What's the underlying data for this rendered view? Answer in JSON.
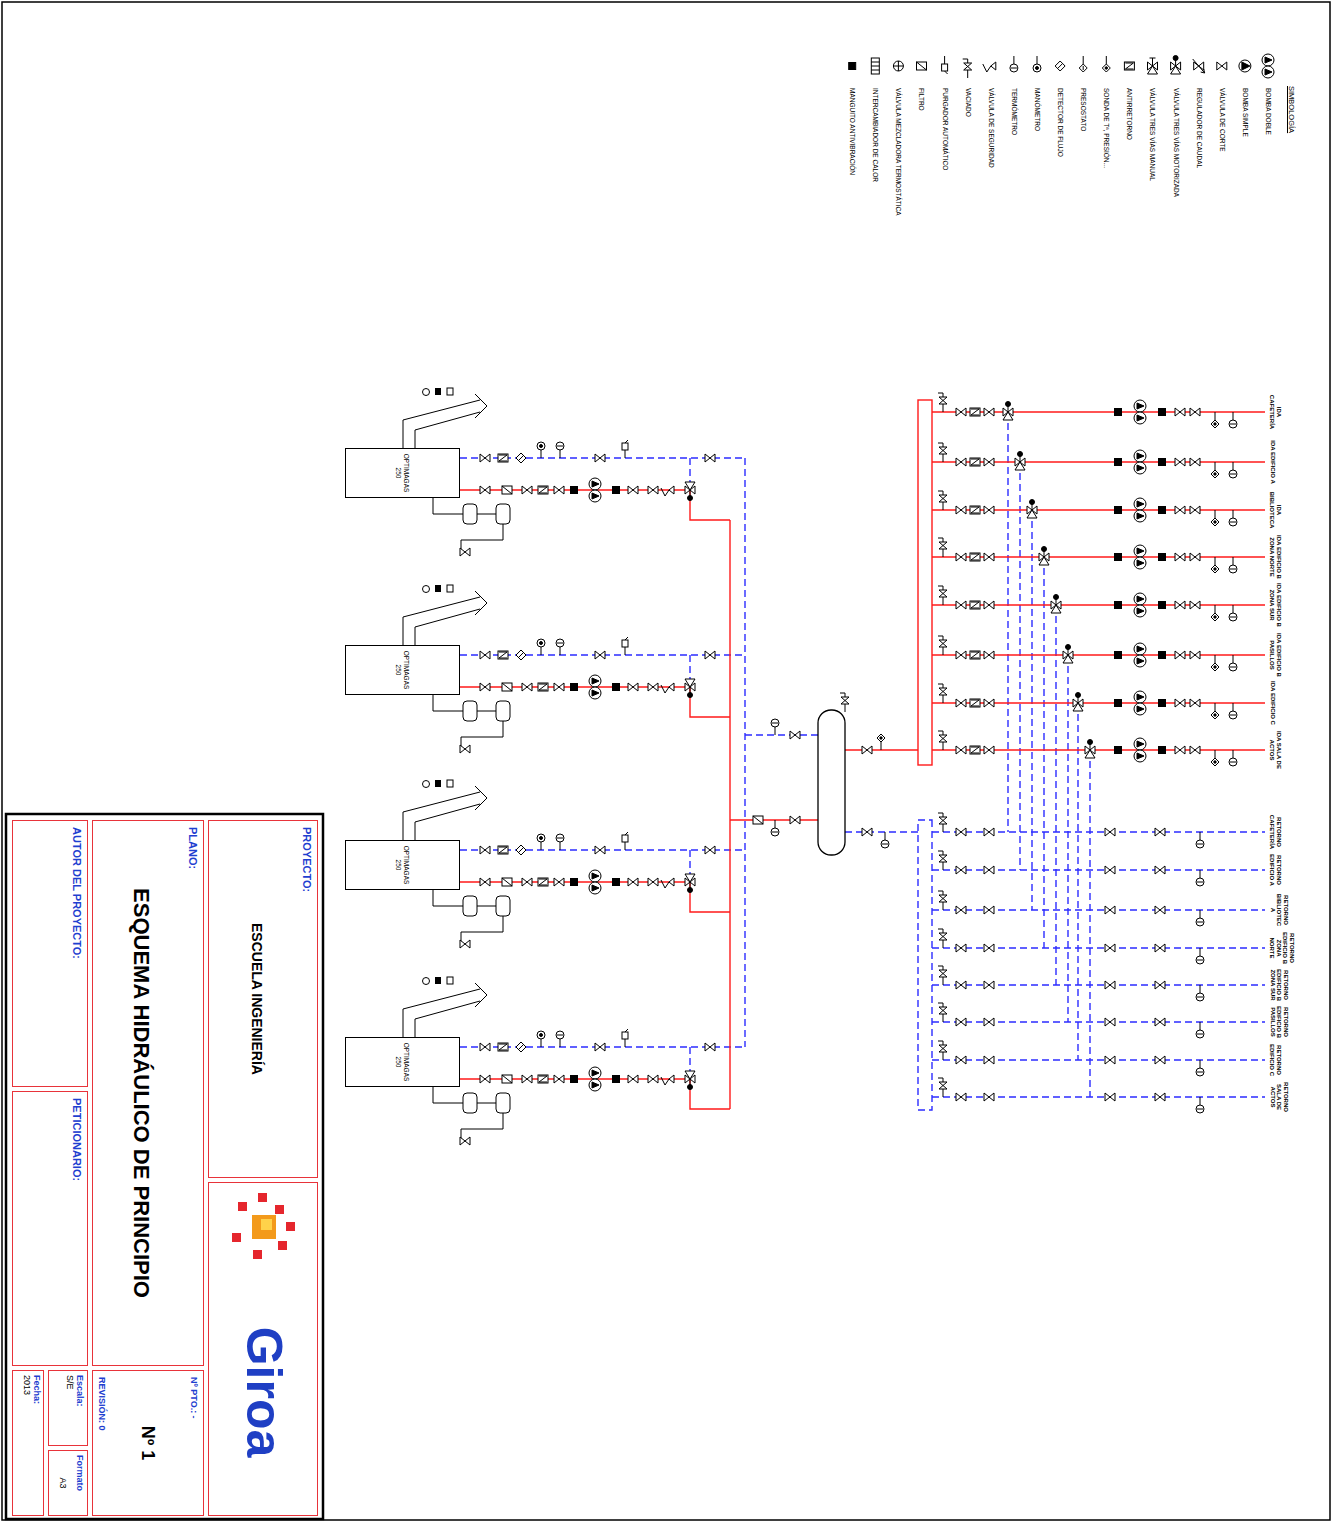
{
  "diagram": {
    "nodes": [
      {
        "text": [
          "OPTIMAGAS 250"
        ]
      },
      {
        "text": [
          "OPTIMAGAS 250"
        ]
      },
      {
        "text": [
          "OPTIMAGAS 250"
        ]
      },
      {
        "text": [
          "OPTIMAGAS 250"
        ]
      },
      {
        "text": [
          "PROYECTO:",
          "ESCUELA INGENIERÍA"
        ]
      },
      {
        "text": [
          "Giroa"
        ]
      },
      {
        "text": [
          "PLANO:",
          "ESQUEMA HIDRÁULICO DE PRINCIPIO"
        ]
      },
      {
        "text": [
          "Nº PTO.: -",
          "Nº 1",
          "REVISIÓN: 0"
        ]
      },
      {
        "text": [
          "AUTOR DEL PROYECTO:"
        ]
      },
      {
        "text": [
          "PETICIONARIO:"
        ]
      },
      {
        "text": [
          "Escala:",
          "S/E"
        ]
      },
      {
        "text": [
          "Formato",
          "A3"
        ]
      },
      {
        "text": [
          "Fecha:",
          "2013"
        ]
      }
    ],
    "labels": [
      "SIMBOLOGÍA",
      "IDA CAFETERÍA",
      "IDA EDIFICIO A",
      "IDA BIBLIOTECA",
      "IDA EDIFICIO B ZONA NORTE",
      "IDA EDIFICIO B ZONA SUR",
      "IDA EDIFICIO B PASILLOS",
      "IDA EDIFICIO C",
      "IDA SALA DE ACTOS",
      "RETORNO CAFETERÍA",
      "RETORNO EDIFICIO A",
      "RETORNO BIBLIOTECA",
      "RETORNO EDIFICIO B ZONA NORTE",
      "RETORNO EDIFICIO B ZONA SUR",
      "RETORNO EDIFICIO B PASILLOS",
      "RETORNO EDIFICIO C",
      "RETORNO SALA DE ACTOS"
    ],
    "legend": [
      {
        "text": "BOMBA DOBLE"
      },
      {
        "text": "BOMBA SIMPLE"
      },
      {
        "text": "VÁLVULA DE CORTE"
      },
      {
        "text": "REGULADOR DE CAUDAL"
      },
      {
        "text": "VÁLVULA TRES VÍAS MOTORIZADA"
      },
      {
        "text": "VÁLVULA TRES VÍAS MANUAL"
      },
      {
        "text": "ANTIRRETORNO"
      },
      {
        "text": "SONDA DE Tª, PRESIÓN..."
      },
      {
        "text": "PRESOSTATO"
      },
      {
        "text": "DETECTOR DE FLUJO"
      },
      {
        "text": "MANÓMETRO"
      },
      {
        "text": "TERMÓMETRO"
      },
      {
        "text": "VÁLVULA DE SEGURIDAD"
      },
      {
        "text": "VACIADO"
      },
      {
        "text": "PURGADOR AUTOMÁTICO"
      },
      {
        "text": "FILTRO"
      },
      {
        "text": "VÁLVULA MEZCLADORA TERMOSTÁTICA"
      },
      {
        "text": "INTERCAMBIADOR DE CALOR"
      },
      {
        "text": "MANGUITO ANTIVIBRACIÓN"
      }
    ]
  }
}
